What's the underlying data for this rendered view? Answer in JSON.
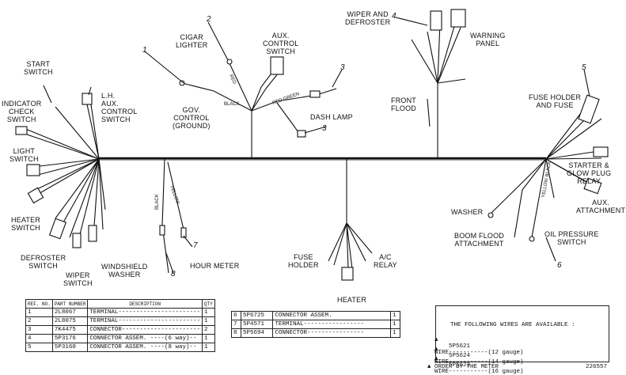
{
  "callouts": {
    "start_switch": "START\nSWITCH",
    "indicator_check_switch": "INDICATOR\nCHECK\nSWITCH",
    "light_switch": "LIGHT\nSWITCH",
    "heater_switch": "HEATER\nSWITCH",
    "defroster_switch": "DEFROSTER\nSWITCH",
    "wiper_switch": "WIPER\nSWITCH",
    "windshield_washer": "WINDSHIELD\nWASHER",
    "lh_aux_control_switch": "L.H.\nAUX.\nCONTROL\nSWITCH",
    "cigar_lighter": "CIGAR\nLIGHTER",
    "aux_control_switch": "AUX.\nCONTROL\nSWITCH",
    "gov_control": "GOV.\nCONTROL\n(GROUND)",
    "dash_lamp": "DASH LAMP",
    "wiper_defroster": "WIPER AND\nDEFROSTER",
    "warning_panel": "WARNING\nPANEL",
    "front_flood": "FRONT\nFLOOD",
    "fuse_holder_and_fuse": "FUSE HOLDER\nAND FUSE",
    "starter_glow_plug_relay": "STARTER &\nGLOW PLUG\nRELAY",
    "washer": "WASHER",
    "aux_attachment": "AUX.\nATTACHMENT",
    "boom_flood_attachment": "BOOM FLOOD\nATTACHMENT",
    "oil_pressure_switch": "OIL PRESSURE\nSWITCH",
    "hour_meter": "HOUR METER",
    "fuse_holder": "FUSE\nHOLDER",
    "ac_relay": "A/C\nRELAY",
    "heater": "HEATER"
  },
  "reference_numbers": [
    "1",
    "2",
    "3",
    "3",
    "4",
    "5",
    "6",
    "7",
    "8"
  ],
  "wire_labels": {
    "red": "RED",
    "black": "BLACK",
    "red_green": "RED GREEN",
    "black_yellow": "YELLOW",
    "yellow_black": "YELLOW BLACK"
  },
  "parts_table_1": {
    "headers": [
      "REF. NO.",
      "PART NUMBER",
      "DESCRIPTION",
      "QTY"
    ],
    "rows": [
      [
        "1",
        "2L8067",
        "TERMINAL-----------------------",
        "1"
      ],
      [
        "2",
        "2L8075",
        "TERMINAL-----------------------",
        "1"
      ],
      [
        "3",
        "7K4475",
        "CONNECTOR----------------------",
        "2"
      ],
      [
        "4",
        "5P3176",
        "CONNECTOR ASSEM.  ----(6 way)--",
        "1"
      ],
      [
        "5",
        "5P3160",
        "CONNECTOR ASSEM.  ----(8 way)--",
        "1"
      ]
    ]
  },
  "parts_table_2": {
    "rows": [
      [
        "6",
        "5P6725",
        "CONNECTOR ASSEM.",
        "1"
      ],
      [
        "7",
        "5P4571",
        "TERMINAL-----------------",
        "1"
      ],
      [
        "8",
        "5P5694",
        "CONNECTOR----------------",
        "1"
      ]
    ]
  },
  "wires_available": {
    "heading": "THE FOLLOWING WIRES ARE AVAILABLE :",
    "rows": [
      {
        "mark": "▲",
        "part": "5P5621",
        "desc": "WIRE-----------(12 gauge)"
      },
      {
        "mark": "▲",
        "part": "5P5624",
        "desc": "WIRE-----------(14 gauge)"
      },
      {
        "mark": "▲",
        "part": "5P5623",
        "desc": "WIRE-----------(16 gauge)"
      }
    ],
    "footnote": "▲ ORDER BY THE METER",
    "drawing_number": "226557"
  }
}
